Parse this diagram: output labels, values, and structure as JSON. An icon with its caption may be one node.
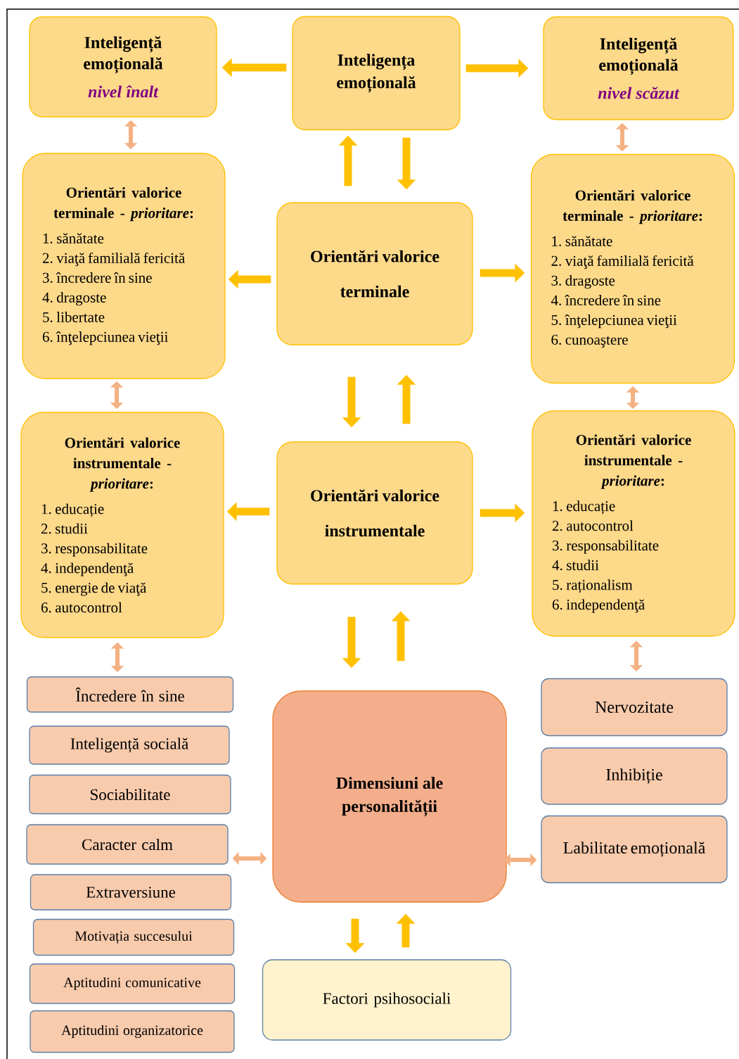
{
  "diagram": {
    "nodes": [
      {
        "text": [
          "Inteligență emoțională",
          "nivel înalt"
        ]
      },
      {
        "text": [
          "Inteligența emoțională"
        ]
      },
      {
        "text": [
          "Inteligență emoțională",
          "nivel scăzut"
        ]
      },
      {
        "text": [
          "Orientări valorice terminale - *prioritare*:",
          "1. sănătate",
          "2. viaţă familială fericită",
          "3. încredere în sine",
          "4. dragoste",
          "5. libertate",
          "6. înţelepciunea vieţii"
        ]
      },
      {
        "text": [
          "Orientări valorice terminale"
        ]
      },
      {
        "text": [
          "Orientări valorice terminale - *prioritare*:",
          "1. sănătate",
          "2. viaţă familială fericită",
          "3. dragoste",
          "4. încredere în sine",
          "5. înţelepciunea vieţii",
          "6. cunoaştere"
        ]
      },
      {
        "text": [
          "Orientări valorice instrumentale - *prioritare*:",
          "1. educație",
          "2. studii",
          "3. responsabilitate",
          "4. independenţă",
          "5. energie de viaţă",
          "6. autocontrol"
        ]
      },
      {
        "text": [
          "Orientări valorice instrumentale"
        ]
      },
      {
        "text": [
          "Orientări valorice instrumentale - *prioritare*:",
          "1. educație",
          "2. autocontrol",
          "3. responsabilitate",
          "4. studii",
          "5. raționalism",
          "6. independenţă"
        ]
      },
      {
        "text": [
          "Încredere în sine"
        ]
      },
      {
        "text": [
          "Inteligență socială"
        ]
      },
      {
        "text": [
          "Sociabilitate"
        ]
      },
      {
        "text": [
          "Caracter calm"
        ]
      },
      {
        "text": [
          "Extraversiune"
        ]
      },
      {
        "text": [
          "Motivația succesului"
        ]
      },
      {
        "text": [
          "Aptitudini comunicative"
        ]
      },
      {
        "text": [
          "Aptitudini organizatorice"
        ]
      },
      {
        "text": [
          "Dimensiuni ale personalității"
        ]
      },
      {
        "text": [
          "Nervozitate"
        ]
      },
      {
        "text": [
          "Inhibiție"
        ]
      },
      {
        "text": [
          "Labilitate emoțională"
        ]
      },
      {
        "text": [
          "Factori psihosociali"
        ]
      }
    ],
    "edges": [
      {
        "from": 1,
        "to": 0,
        "arrow": "to"
      },
      {
        "from": 1,
        "to": 2,
        "arrow": "to"
      },
      {
        "from": 0,
        "to": 3,
        "arrow": "both",
        "color": "#f4b183"
      },
      {
        "from": 4,
        "to": 1,
        "arrow": "to"
      },
      {
        "from": 1,
        "to": 4,
        "arrow": "to"
      },
      {
        "from": 2,
        "to": 5,
        "arrow": "both",
        "color": "#f4b183"
      },
      {
        "from": 4,
        "to": 3,
        "arrow": "to"
      },
      {
        "from": 4,
        "to": 5,
        "arrow": "to"
      },
      {
        "from": 3,
        "to": 6,
        "arrow": "both",
        "color": "#f4b183"
      },
      {
        "from": 5,
        "to": 8,
        "arrow": "both",
        "color": "#f4b183"
      },
      {
        "from": 4,
        "to": 7,
        "arrow": "to"
      },
      {
        "from": 7,
        "to": 4,
        "arrow": "to"
      },
      {
        "from": 7,
        "to": 6,
        "arrow": "to"
      },
      {
        "from": 7,
        "to": 8,
        "arrow": "to"
      },
      {
        "from": 6,
        "to": 9,
        "arrow": "both",
        "color": "#f4b183"
      },
      {
        "from": 8,
        "to": 18,
        "arrow": "both",
        "color": "#f4b183"
      },
      {
        "from": 7,
        "to": 17,
        "arrow": "to"
      },
      {
        "from": 17,
        "to": 7,
        "arrow": "to"
      },
      {
        "from": 12,
        "to": 17,
        "arrow": "both",
        "color": "#f4b183"
      },
      {
        "from": 17,
        "to": 20,
        "arrow": "both",
        "color": "#f4b183"
      },
      {
        "from": 17,
        "to": 21,
        "arrow": "to"
      },
      {
        "from": 21,
        "to": 17,
        "arrow": "to"
      }
    ]
  }
}
